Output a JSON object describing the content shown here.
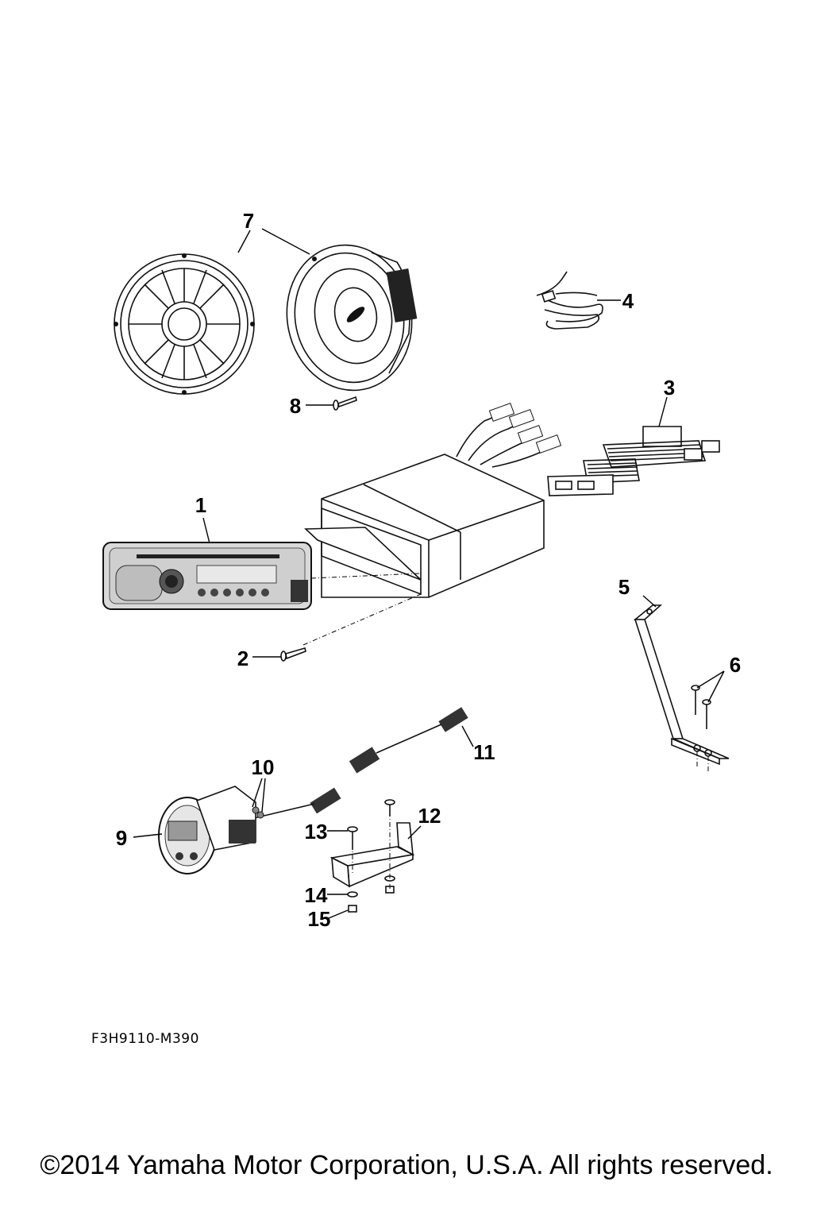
{
  "callouts": [
    {
      "id": "1",
      "label": "1"
    },
    {
      "id": "2",
      "label": "2"
    },
    {
      "id": "3",
      "label": "3"
    },
    {
      "id": "4",
      "label": "4"
    },
    {
      "id": "5",
      "label": "5"
    },
    {
      "id": "6",
      "label": "6"
    },
    {
      "id": "7",
      "label": "7"
    },
    {
      "id": "8",
      "label": "8"
    },
    {
      "id": "9",
      "label": "9"
    },
    {
      "id": "10",
      "label": "10"
    },
    {
      "id": "11",
      "label": "11"
    },
    {
      "id": "12",
      "label": "12"
    },
    {
      "id": "13",
      "label": "13"
    },
    {
      "id": "14",
      "label": "14"
    },
    {
      "id": "15",
      "label": "15"
    }
  ],
  "drawing_code": "F3H9110-M390",
  "copyright": "©2014 Yamaha Motor Corporation, U.S.A. All rights reserved."
}
